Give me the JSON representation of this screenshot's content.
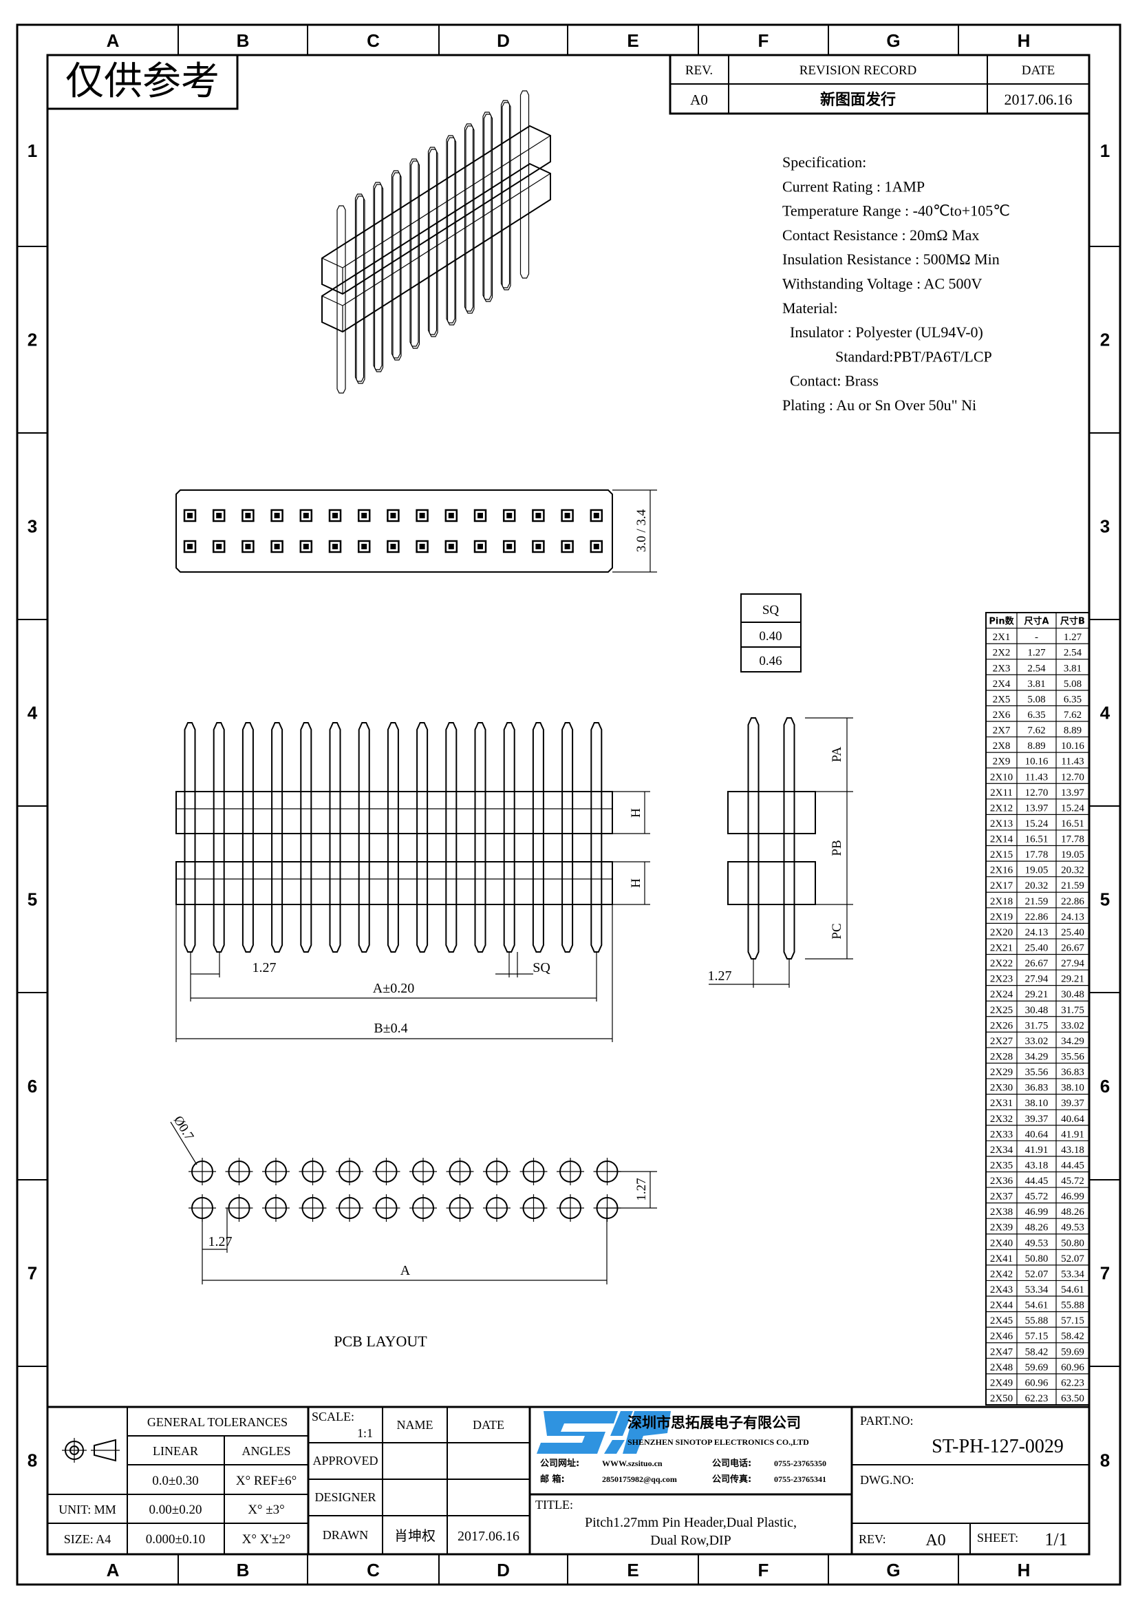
{
  "frame": {
    "columns": [
      "A",
      "B",
      "C",
      "D",
      "E",
      "F",
      "G",
      "H"
    ],
    "rows": [
      "1",
      "2",
      "3",
      "4",
      "5",
      "6",
      "7",
      "8"
    ]
  },
  "stamp": "仅供参考",
  "revision": {
    "headers": {
      "rev": "REV.",
      "record": "REVISION RECORD",
      "date": "DATE"
    },
    "entry": {
      "rev": "A0",
      "record": "新图面发行",
      "date": "2017.06.16"
    }
  },
  "spec": {
    "lines": [
      "Specification:",
      "Current Rating : 1AMP",
      "Temperature Range : -40℃to+105℃",
      "Contact Resistance : 20mΩ Max",
      "Insulation Resistance : 500MΩ Min",
      "Withstanding Voltage : AC 500V",
      "Material:",
      "  Insulator : Polyester (UL94V-0)",
      "              Standard:PBT/PA6T/LCP",
      "  Contact: Brass",
      "Plating : Au or Sn Over 50u\" Ni"
    ]
  },
  "dims": {
    "top_height": "3.0 / 3.4",
    "sq_table": {
      "header": "SQ",
      "values": [
        "0.40",
        "0.46"
      ]
    },
    "pitch": "1.27",
    "a_tol": "A±0.20",
    "b_tol": "B±0.4",
    "sq": "SQ",
    "h": "H",
    "pa": "PA",
    "pb": "PB",
    "pc": "PC",
    "side_pitch": "1.27",
    "hole_dia": "Ø0.7",
    "pcb_row_pitch": "1.27",
    "pcb_pitch": "1.27",
    "pcb_a": "A",
    "pcb_label": "PCB LAYOUT"
  },
  "size_table": {
    "headers": [
      "Pin数",
      "尺寸A",
      "尺寸B"
    ],
    "rows": [
      [
        "2X1",
        "-",
        "1.27"
      ],
      [
        "2X2",
        "1.27",
        "2.54"
      ],
      [
        "2X3",
        "2.54",
        "3.81"
      ],
      [
        "2X4",
        "3.81",
        "5.08"
      ],
      [
        "2X5",
        "5.08",
        "6.35"
      ],
      [
        "2X6",
        "6.35",
        "7.62"
      ],
      [
        "2X7",
        "7.62",
        "8.89"
      ],
      [
        "2X8",
        "8.89",
        "10.16"
      ],
      [
        "2X9",
        "10.16",
        "11.43"
      ],
      [
        "2X10",
        "11.43",
        "12.70"
      ],
      [
        "2X11",
        "12.70",
        "13.97"
      ],
      [
        "2X12",
        "13.97",
        "15.24"
      ],
      [
        "2X13",
        "15.24",
        "16.51"
      ],
      [
        "2X14",
        "16.51",
        "17.78"
      ],
      [
        "2X15",
        "17.78",
        "19.05"
      ],
      [
        "2X16",
        "19.05",
        "20.32"
      ],
      [
        "2X17",
        "20.32",
        "21.59"
      ],
      [
        "2X18",
        "21.59",
        "22.86"
      ],
      [
        "2X19",
        "22.86",
        "24.13"
      ],
      [
        "2X20",
        "24.13",
        "25.40"
      ],
      [
        "2X21",
        "25.40",
        "26.67"
      ],
      [
        "2X22",
        "26.67",
        "27.94"
      ],
      [
        "2X23",
        "27.94",
        "29.21"
      ],
      [
        "2X24",
        "29.21",
        "30.48"
      ],
      [
        "2X25",
        "30.48",
        "31.75"
      ],
      [
        "2X26",
        "31.75",
        "33.02"
      ],
      [
        "2X27",
        "33.02",
        "34.29"
      ],
      [
        "2X28",
        "34.29",
        "35.56"
      ],
      [
        "2X29",
        "35.56",
        "36.83"
      ],
      [
        "2X30",
        "36.83",
        "38.10"
      ],
      [
        "2X31",
        "38.10",
        "39.37"
      ],
      [
        "2X32",
        "39.37",
        "40.64"
      ],
      [
        "2X33",
        "40.64",
        "41.91"
      ],
      [
        "2X34",
        "41.91",
        "43.18"
      ],
      [
        "2X35",
        "43.18",
        "44.45"
      ],
      [
        "2X36",
        "44.45",
        "45.72"
      ],
      [
        "2X37",
        "45.72",
        "46.99"
      ],
      [
        "2X38",
        "46.99",
        "48.26"
      ],
      [
        "2X39",
        "48.26",
        "49.53"
      ],
      [
        "2X40",
        "49.53",
        "50.80"
      ],
      [
        "2X41",
        "50.80",
        "52.07"
      ],
      [
        "2X42",
        "52.07",
        "53.34"
      ],
      [
        "2X43",
        "53.34",
        "54.61"
      ],
      [
        "2X44",
        "54.61",
        "55.88"
      ],
      [
        "2X45",
        "55.88",
        "57.15"
      ],
      [
        "2X46",
        "57.15",
        "58.42"
      ],
      [
        "2X47",
        "58.42",
        "59.69"
      ],
      [
        "2X48",
        "59.69",
        "60.96"
      ],
      [
        "2X49",
        "60.96",
        "62.23"
      ],
      [
        "2X50",
        "62.23",
        "63.50"
      ]
    ]
  },
  "title_block": {
    "general_tolerances": "GENERAL TOLERANCES",
    "linear": "LINEAR",
    "angles": "ANGLES",
    "tol_rows": [
      [
        "0.0±0.30",
        "X° REF±6°"
      ],
      [
        "0.00±0.20",
        "X° ±3°"
      ],
      [
        "0.000±0.10",
        "X° X'±2°"
      ]
    ],
    "unit": "UNIT: MM",
    "size": "SIZE: A4",
    "scale_label": "SCALE:",
    "scale_value": "1:1",
    "name": "NAME",
    "date": "DATE",
    "approved": "APPROVED",
    "designer": "DESIGNER",
    "drawn": "DRAWN",
    "drawn_name": "肖坤权",
    "drawn_date": "2017.06.16",
    "company_cn": "深圳市思拓展电子有限公司",
    "company_en": "SHENZHEN SINOTOP ELECTRONICS CO.,LTD",
    "logo_text": "STP",
    "logo_color": "#2f93e0",
    "website_label": "公司网址:",
    "website": "WWW.szsituo.cn",
    "email_label": "邮    箱:",
    "email": "2850175982@qq.com",
    "phone_label": "公司电话:",
    "phone": "0755-23765350",
    "fax_label": "公司传真:",
    "fax": "0755-23765341",
    "title_label": "TITLE:",
    "title_line1": "Pitch1.27mm Pin Header,Dual Plastic,",
    "title_line2": "Dual Row,DIP",
    "part_no_label": "PART.NO:",
    "part_no": "ST-PH-127-0029",
    "dwg_no_label": "DWG.NO:",
    "rev_label": "REV:",
    "rev": "A0",
    "sheet_label": "SHEET:",
    "sheet": "1/1"
  }
}
